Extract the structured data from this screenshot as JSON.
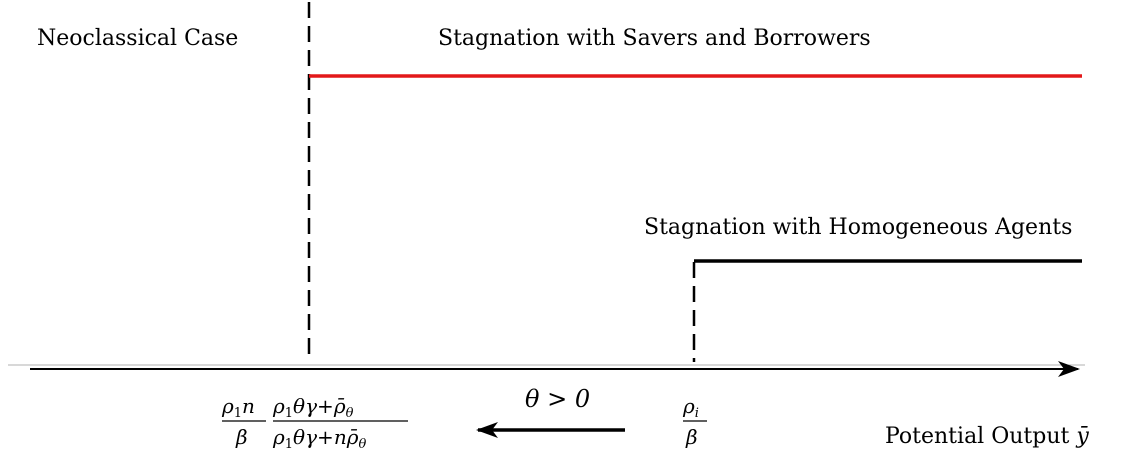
{
  "labels": {
    "neoclassical": "Neoclassical Case",
    "stagnation_savers": "Stagnation with Savers and Borrowers",
    "stagnation_homog": "Stagnation with Homogeneous Agents",
    "x_axis": "Potential Output"
  },
  "math": {
    "rho1": "ρ",
    "one": "1",
    "n": "n",
    "beta": "β",
    "theta": "θ",
    "gamma": "γ",
    "plus": "+",
    "rho_bar": "ρ̄",
    "theta_sub": "θ",
    "rho_i": "ρ",
    "i_sub": "i",
    "theta_gt_0": "θ > 0",
    "y_bar": "ȳ"
  },
  "colors": {
    "red_line": "#e3181a",
    "black_line": "#000000"
  }
}
